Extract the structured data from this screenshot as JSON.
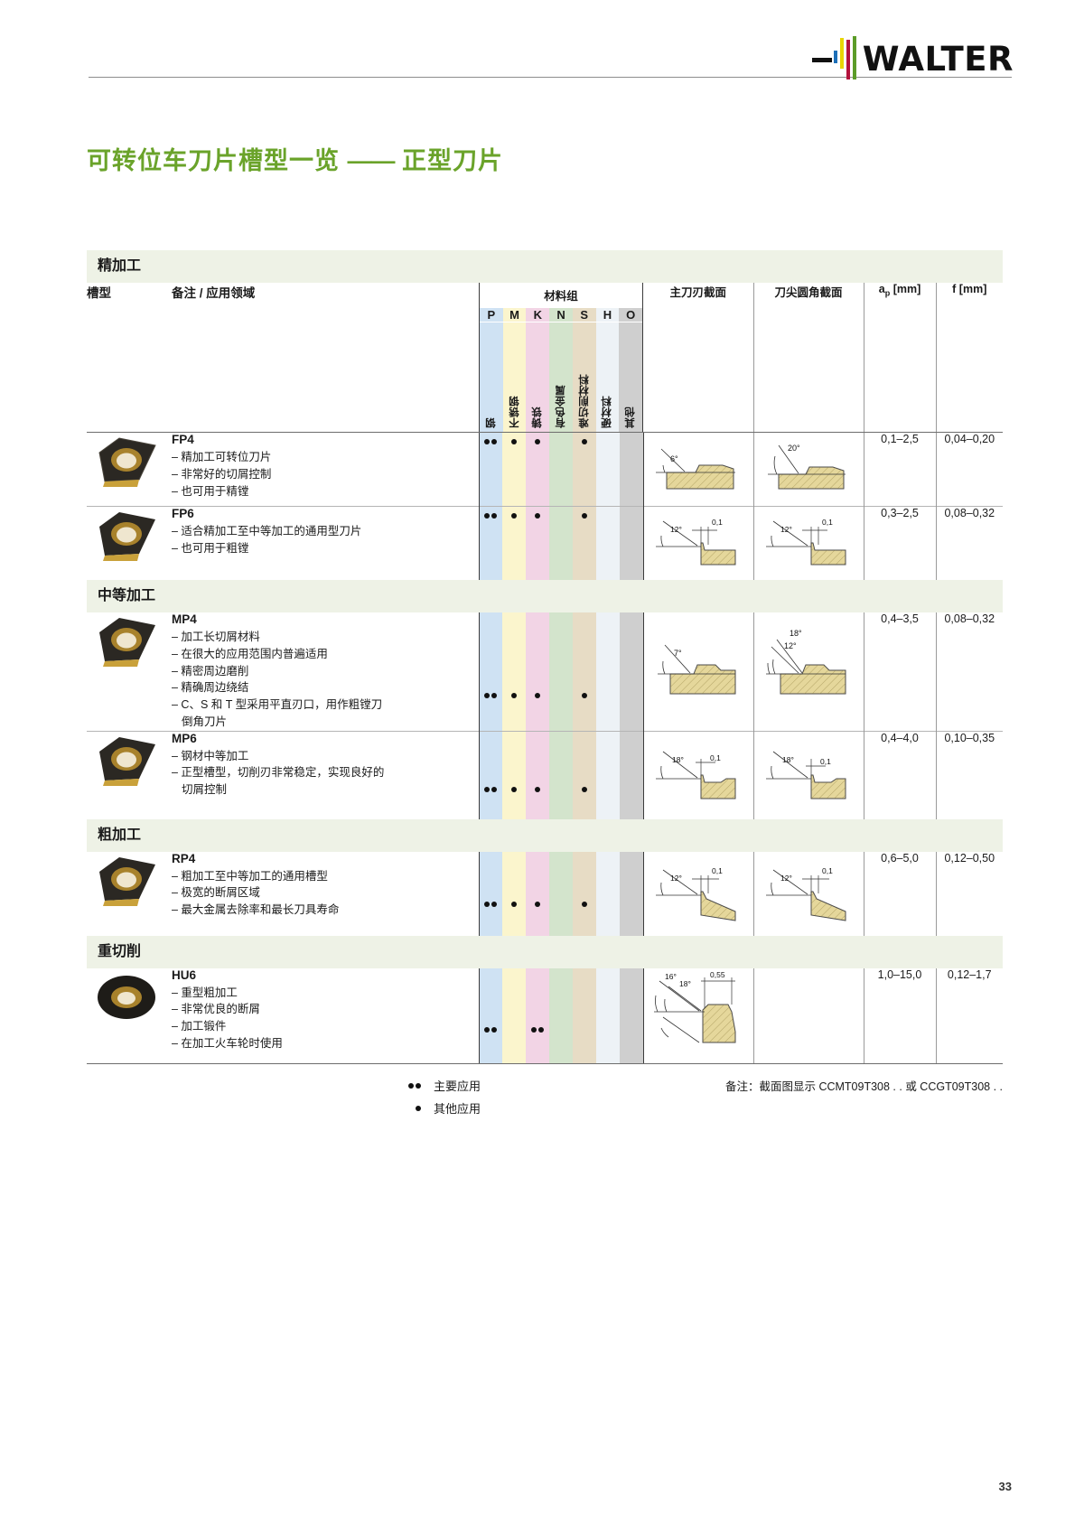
{
  "brand": {
    "name": "WALTER"
  },
  "title": {
    "main": "可转位车刀片槽型一览",
    "sep": "——",
    "suffix": "正型刀片"
  },
  "table": {
    "headers": {
      "type": "槽型",
      "note": "备注 / 应用领域",
      "material_group": "材料组",
      "section_main": "主刀刃截面",
      "section_corner": "刀尖圆角截面",
      "ap": "a",
      "ap_sub": "p",
      "ap_unit": " [mm]",
      "f": "f [mm]"
    },
    "material_columns": [
      {
        "letter": "P",
        "label": "钢",
        "color": "#cfe2f3"
      },
      {
        "letter": "M",
        "label": "不锈钢",
        "color": "#fbf5cd"
      },
      {
        "letter": "K",
        "label": "铸铁",
        "color": "#f2d4e5"
      },
      {
        "letter": "N",
        "label": "有色金属",
        "color": "#d3e4cc"
      },
      {
        "letter": "S",
        "label": "难切削材料",
        "color": "#e7dcc5"
      },
      {
        "letter": "H",
        "label": "硬材料",
        "color": "#edf2f6"
      },
      {
        "letter": "O",
        "label": "其他",
        "color": "#cfcfcf"
      }
    ],
    "groups": [
      {
        "band": "精加工",
        "rows": [
          {
            "name": "FP4",
            "bullets": [
              "– 精加工可转位刀片",
              "– 非常好的切屑控制",
              "– 也可用于精镗"
            ],
            "dots": [
              "2",
              "1",
              "1",
              "",
              "1",
              "",
              ""
            ],
            "ap": "0,1–2,5",
            "f": "0,04–0,20",
            "angle_main": "6°",
            "angle_corner": "20°"
          },
          {
            "name": "FP6",
            "bullets": [
              "– 适合精加工至中等加工的通用型刀片",
              "– 也可用于粗镗"
            ],
            "dots": [
              "2",
              "1",
              "1",
              "",
              "1",
              "",
              ""
            ],
            "ap": "0,3–2,5",
            "f": "0,08–0,32",
            "angle_main": "12°",
            "angle_corner": "12°",
            "dim_main": "0,1",
            "dim_corner": "0,1"
          }
        ]
      },
      {
        "band": "中等加工",
        "rows": [
          {
            "name": "MP4",
            "bullets": [
              "– 加工长切屑材料",
              "– 在很大的应用范围内普遍适用",
              "– 精密周边磨削",
              "– 精确周边绕结",
              "– C、S 和 T 型采用平直刃口，用作粗镗刀",
              "倒角刀片"
            ],
            "dots": [
              "2",
              "1",
              "1",
              "",
              "1",
              "",
              ""
            ],
            "ap": "0,4–3,5",
            "f": "0,08–0,32",
            "angle_main": "7°",
            "angle_corner": "18°",
            "angle_corner2": "12°"
          },
          {
            "name": "MP6",
            "bullets": [
              "– 钢材中等加工",
              "– 正型槽型，切削刃非常稳定，实现良好的",
              "切屑控制"
            ],
            "dots": [
              "2",
              "1",
              "1",
              "",
              "1",
              "",
              ""
            ],
            "ap": "0,4–4,0",
            "f": "0,10–0,35",
            "angle_main": "18°",
            "angle_corner": "18°",
            "dim_main": "0,1",
            "dim_corner": "0,1"
          }
        ]
      },
      {
        "band": "粗加工",
        "rows": [
          {
            "name": "RP4",
            "bullets": [
              "– 粗加工至中等加工的通用槽型",
              "– 极宽的断屑区域",
              "– 最大金属去除率和最长刀具寿命"
            ],
            "dots": [
              "2",
              "1",
              "1",
              "",
              "1",
              "",
              ""
            ],
            "ap": "0,6–5,0",
            "f": "0,12–0,50",
            "angle_main": "12°",
            "angle_corner": "12°",
            "dim_main": "0,1",
            "dim_corner": "0,1"
          }
        ]
      },
      {
        "band": "重切削",
        "rows": [
          {
            "name": "HU6",
            "bullets": [
              "– 重型粗加工",
              "– 非常优良的断屑",
              "– 加工锻件",
              "– 在加工火车轮时使用"
            ],
            "dots": [
              "2",
              "",
              "2",
              "",
              "",
              "",
              ""
            ],
            "ap": "1,0–15,0",
            "f": "0,12–1,7",
            "angle_main": "16°",
            "angle_main2": "18°",
            "dim_main": "0,55",
            "round": true
          }
        ]
      }
    ]
  },
  "legend": {
    "primary": "主要应用",
    "secondary": "其他应用",
    "footnote": "备注：截面图显示 CCMT09T308 . . 或 CCGT09T308 . ."
  },
  "page_number": "33"
}
